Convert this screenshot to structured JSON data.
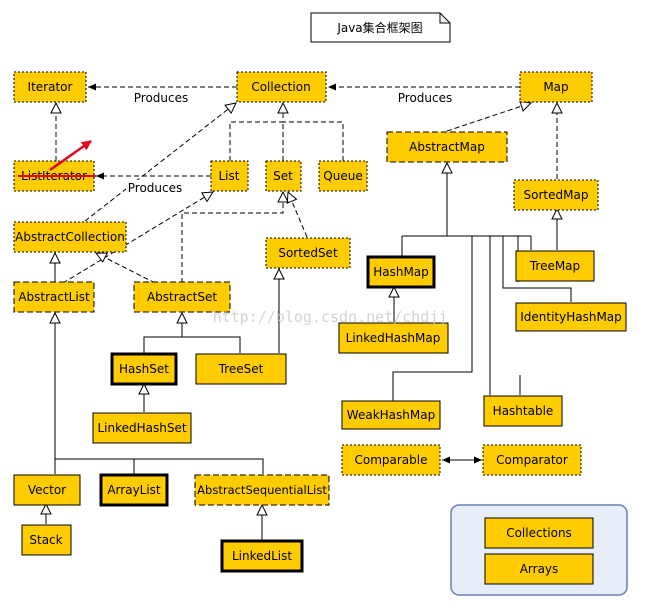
{
  "title": "Java集合框架图",
  "watermark": "http://blog.csdn.net/chdjj",
  "colors": {
    "node_fill": "#FFCC00",
    "line": "#000000",
    "annotation": "#E8001C",
    "legend_fill": "#E8EEF8",
    "legend_border": "#6A7FB5"
  },
  "nodes": {
    "iterator": "Iterator",
    "collection": "Collection",
    "map": "Map",
    "listiterator": "ListIterator",
    "list": "List",
    "set": "Set",
    "queue": "Queue",
    "abstractmap": "AbstractMap",
    "abstractcollection": "AbstractCollection",
    "sortedset": "SortedSet",
    "sortedmap": "SortedMap",
    "hashmap": "HashMap",
    "treemap": "TreeMap",
    "abstractlist": "AbstractList",
    "abstractset": "AbstractSet",
    "identityhashmap": "IdentityHashMap",
    "linkedhashmap": "LinkedHashMap",
    "hashset": "HashSet",
    "treeset": "TreeSet",
    "weakhashmap": "WeakHashMap",
    "hashtable": "Hashtable",
    "linkedhashset": "LinkedHashSet",
    "comparable": "Comparable",
    "comparator": "Comparator",
    "vector": "Vector",
    "arraylist": "ArrayList",
    "abstractsequentiallist": "AbstractSequentialList",
    "stack": "Stack",
    "linkedlist": "LinkedList",
    "collections": "Collections",
    "arrays": "Arrays"
  },
  "edge_labels": {
    "iterator_produces": "Produces",
    "map_produces": "Produces",
    "listiterator_produces": "Produces"
  }
}
